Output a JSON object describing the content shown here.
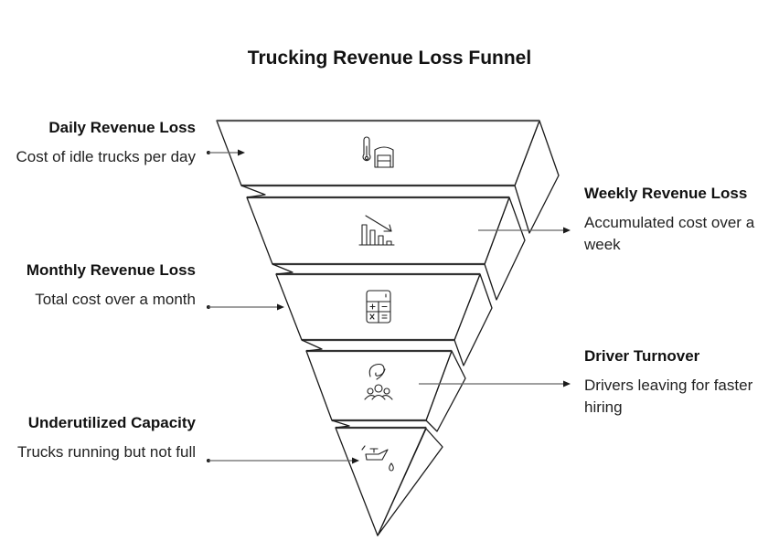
{
  "title": "Trucking Revenue Loss Funnel",
  "stages": [
    {
      "name": "Daily Revenue Loss",
      "description": "Cost of idle trucks per day",
      "icon": "thermometer-garage-icon",
      "side": "left"
    },
    {
      "name": "Weekly Revenue Loss",
      "description": "Accumulated cost over a week",
      "icon": "declining-bar-chart-icon",
      "side": "right"
    },
    {
      "name": "Monthly Revenue Loss",
      "description": "Total cost over a month",
      "icon": "calculator-icon",
      "side": "left"
    },
    {
      "name": "Driver Turnover",
      "description": "Drivers leaving for faster hiring",
      "icon": "people-hand-icon",
      "side": "right"
    },
    {
      "name": "Underutilized Capacity",
      "description": "Trucks running but not full",
      "icon": "oil-can-icon",
      "side": "left"
    }
  ],
  "colors": {
    "stroke": "#1a1a1a",
    "connector": "#666666",
    "text": "#111111"
  }
}
